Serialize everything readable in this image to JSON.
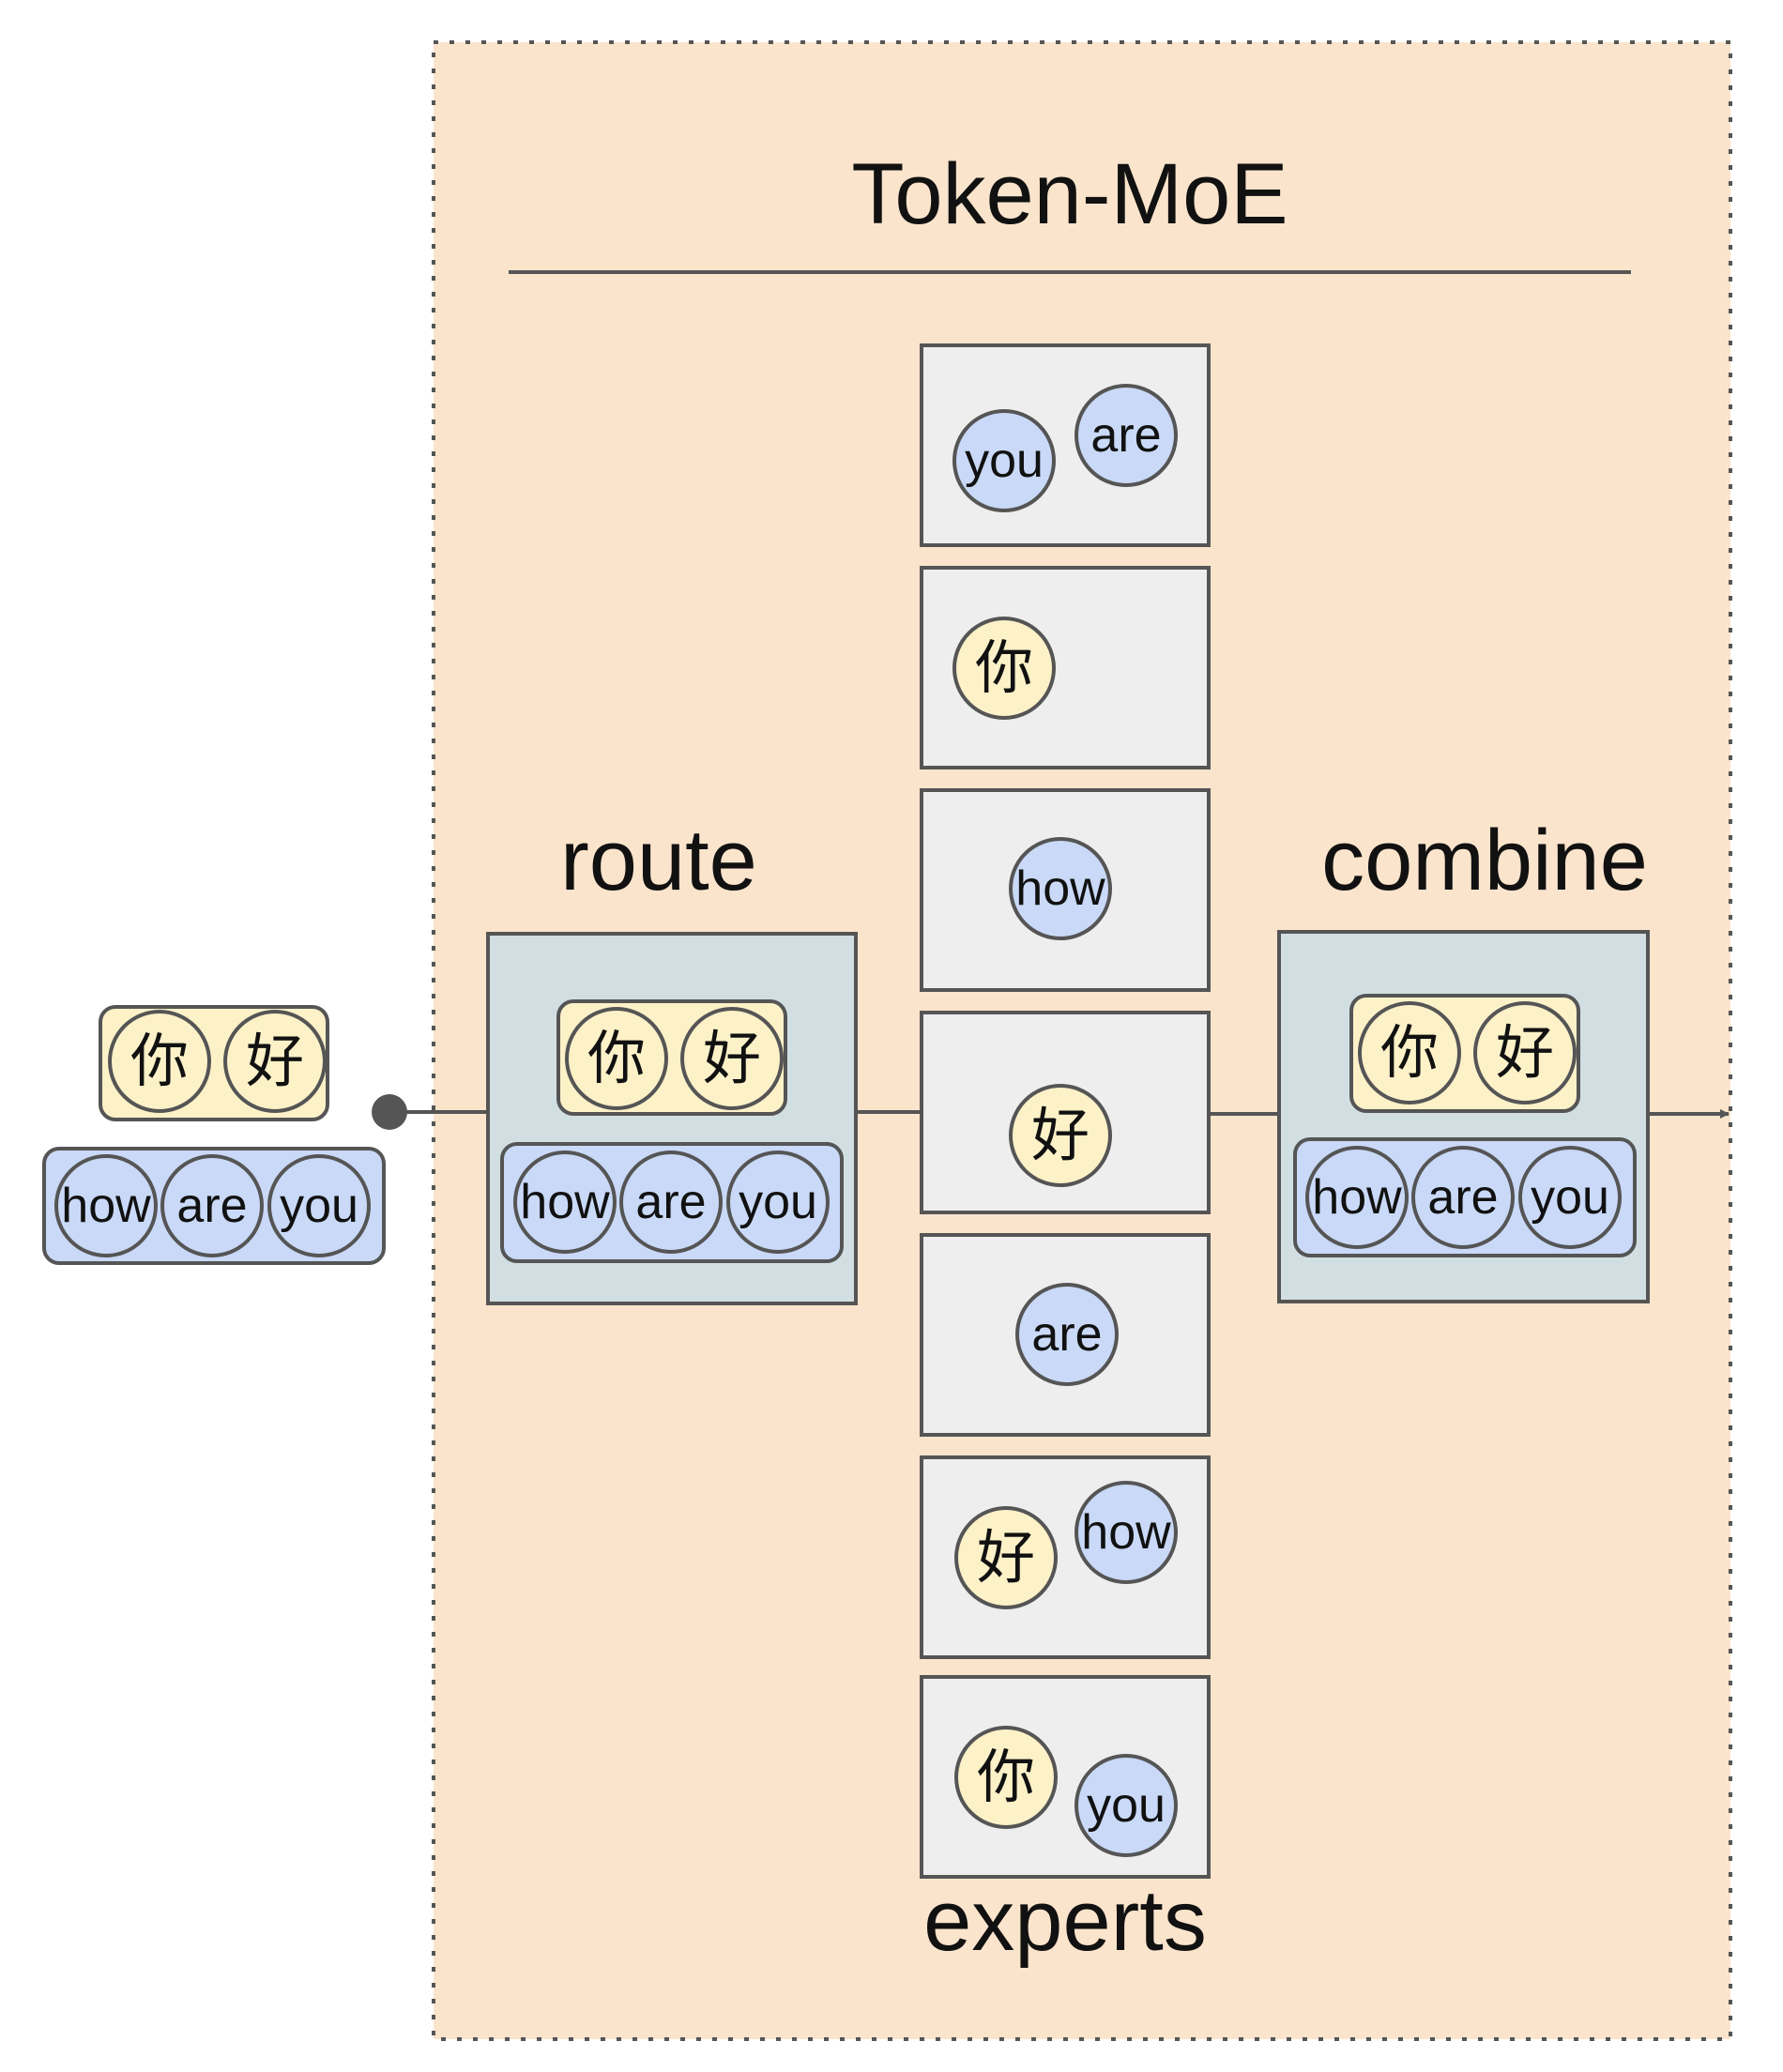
{
  "title": "Token-MoE",
  "labels": {
    "route": "route",
    "combine": "combine",
    "experts": "experts"
  },
  "colors": {
    "panel_background": "#fbe4cc",
    "panel_border": "#555555",
    "stage_box": "#d1dfe2",
    "expert_box": "#eeeeee",
    "zh_token": "#fdf1c8",
    "en_token": "#c9d9f7",
    "line": "#555555"
  },
  "input_sentences": {
    "zh": [
      "你",
      "好"
    ],
    "en": [
      "how",
      "are",
      "you"
    ]
  },
  "experts": [
    {
      "tokens": [
        {
          "text": "you",
          "lang": "en"
        },
        {
          "text": "are",
          "lang": "en"
        }
      ]
    },
    {
      "tokens": [
        {
          "text": "你",
          "lang": "zh"
        }
      ]
    },
    {
      "tokens": [
        {
          "text": "how",
          "lang": "en"
        }
      ]
    },
    {
      "tokens": [
        {
          "text": "好",
          "lang": "zh"
        }
      ]
    },
    {
      "tokens": [
        {
          "text": "are",
          "lang": "en"
        }
      ]
    },
    {
      "tokens": [
        {
          "text": "好",
          "lang": "zh"
        },
        {
          "text": "how",
          "lang": "en"
        }
      ]
    },
    {
      "tokens": [
        {
          "text": "你",
          "lang": "zh"
        },
        {
          "text": "you",
          "lang": "en"
        }
      ]
    }
  ]
}
